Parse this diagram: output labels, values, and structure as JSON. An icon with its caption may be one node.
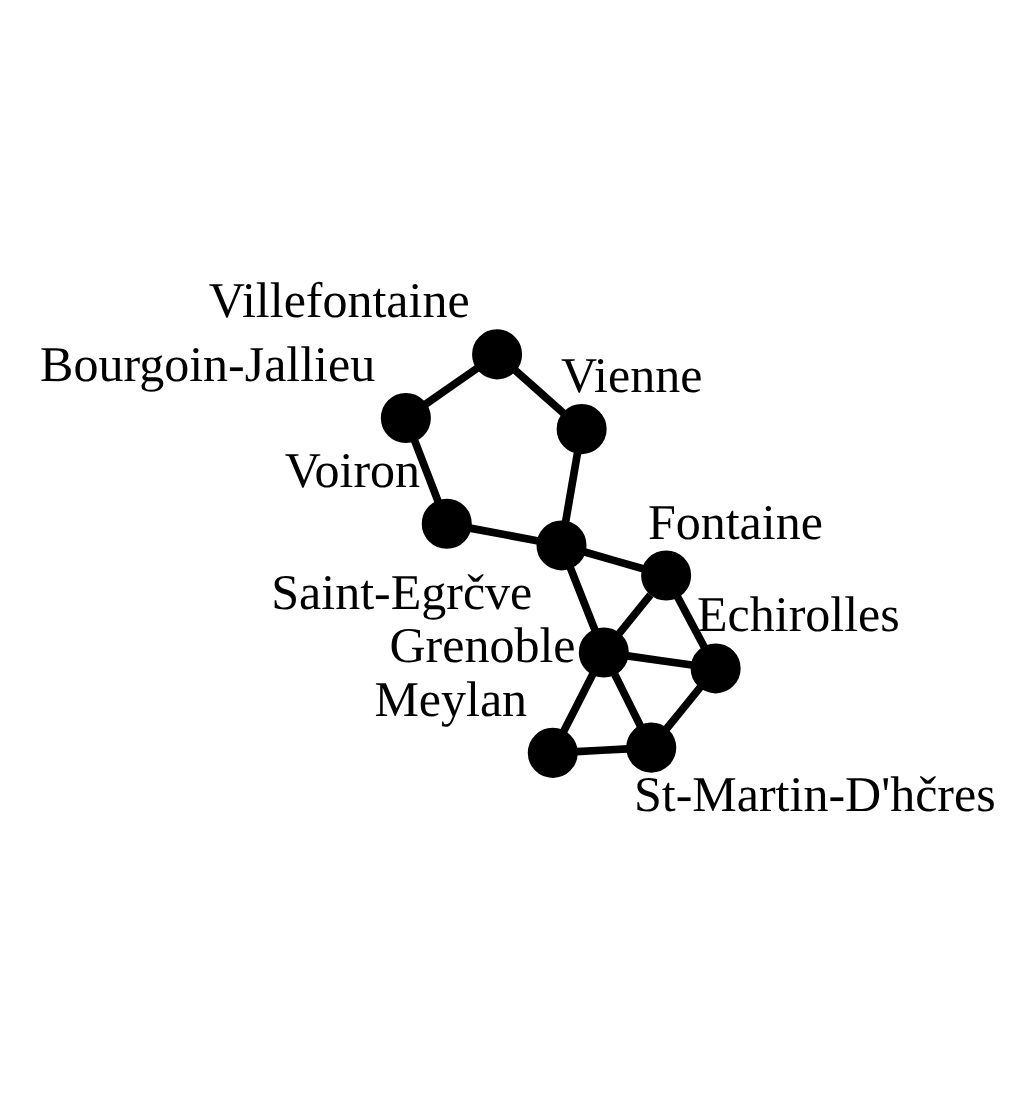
{
  "diagram": {
    "nodes": [
      {
        "text": [],
        "shape": "circle",
        "beside": [
          "Villefontaine"
        ]
      },
      {
        "text": [],
        "shape": "circle",
        "beside": [
          "Vienne"
        ]
      },
      {
        "text": [],
        "shape": "circle",
        "beside": [
          "Bourgoin-Jallieu"
        ]
      },
      {
        "text": [],
        "shape": "circle",
        "beside": [
          "Voiron"
        ]
      },
      {
        "text": [],
        "shape": "circle",
        "beside": [
          "Saint-Egrčve"
        ]
      },
      {
        "text": [],
        "shape": "circle",
        "beside": [
          "Meylan"
        ]
      },
      {
        "text": [],
        "shape": "circle",
        "beside": [
          "Fontaine"
        ]
      },
      {
        "text": [],
        "shape": "circle",
        "beside": [
          "Grenoble"
        ]
      },
      {
        "text": [],
        "shape": "circle",
        "beside": [
          "St-Martin-D'hčres"
        ]
      },
      {
        "text": [],
        "shape": "circle",
        "beside": [
          "Echirolles"
        ]
      }
    ],
    "edges": [
      {
        "from": 0,
        "to": 1,
        "arrow": "none"
      },
      {
        "from": 0,
        "to": 2,
        "arrow": "none"
      },
      {
        "from": 2,
        "to": 3,
        "arrow": "none"
      },
      {
        "from": 3,
        "to": 4,
        "arrow": "none"
      },
      {
        "from": 1,
        "to": 4,
        "arrow": "none"
      },
      {
        "from": 4,
        "to": 6,
        "arrow": "none"
      },
      {
        "from": 4,
        "to": 7,
        "arrow": "none"
      },
      {
        "from": 6,
        "to": 7,
        "arrow": "none"
      },
      {
        "from": 6,
        "to": 9,
        "arrow": "none"
      },
      {
        "from": 7,
        "to": 9,
        "arrow": "none"
      },
      {
        "from": 7,
        "to": 5,
        "arrow": "none"
      },
      {
        "from": 7,
        "to": 8,
        "arrow": "none"
      },
      {
        "from": 5,
        "to": 8,
        "arrow": "none"
      },
      {
        "from": 8,
        "to": 9,
        "arrow": "none"
      }
    ]
  }
}
